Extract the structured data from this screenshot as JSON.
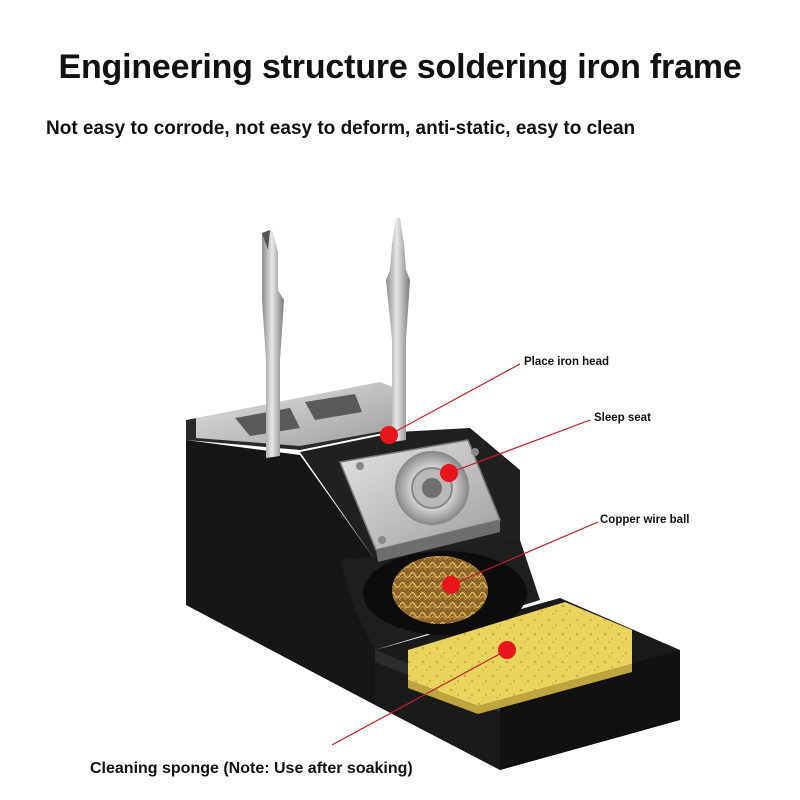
{
  "title": "Engineering structure soldering iron frame",
  "subtitle": "Not easy to corrode, not easy to deform, anti-static, easy to clean",
  "callouts": {
    "place_iron_head": "Place iron head",
    "sleep_seat": "Sleep seat",
    "copper_wire_ball": "Copper wire ball",
    "cleaning_sponge": "Cleaning sponge (Note: Use after soaking)"
  },
  "colors": {
    "base": "#1c1c1c",
    "marker": "#e8161b",
    "sponge": "#e8d25a",
    "brass": "#b48a3c",
    "steel": "#bdbdbd"
  }
}
